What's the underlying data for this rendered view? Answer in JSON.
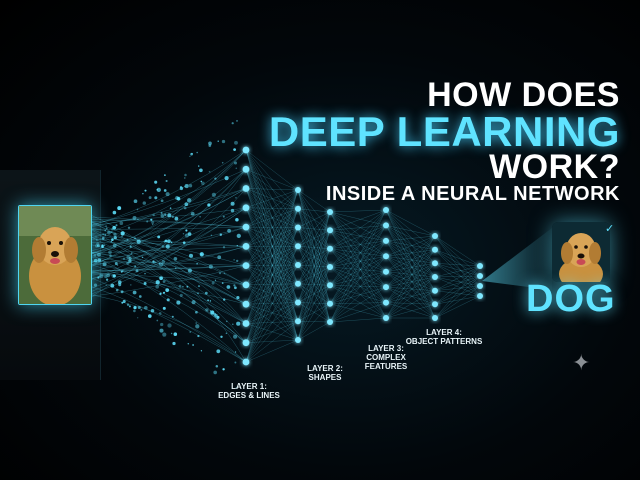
{
  "title": {
    "line1": "HOW DOES",
    "line2": "DEEP LEARNING",
    "line3": "WORK?",
    "subtitle": "INSIDE A NEURAL NETWORK"
  },
  "layers": [
    {
      "line1": "LAYER 1:",
      "line2": "EDGES & LINES",
      "line3": "",
      "nodes": 12
    },
    {
      "line1": "LAYER 2:",
      "line2": "SHAPES",
      "line3": "",
      "nodes": 9
    },
    {
      "line1": "LAYER 3:",
      "line2": "COMPLEX",
      "line3": "FEATURES",
      "nodes": 8
    },
    {
      "line1": "LAYER 4:",
      "line2": "OBJECT PATTERNS",
      "line3": "",
      "nodes": 7
    }
  ],
  "output": {
    "label": "DOG",
    "check_icon": "checkmark-icon"
  },
  "icons": {
    "sparkle": "sparkle-icon"
  },
  "colors": {
    "accent": "#5fe3ff",
    "node": "#7fe8ff",
    "background": "#02070b",
    "text": "#ffffff"
  }
}
